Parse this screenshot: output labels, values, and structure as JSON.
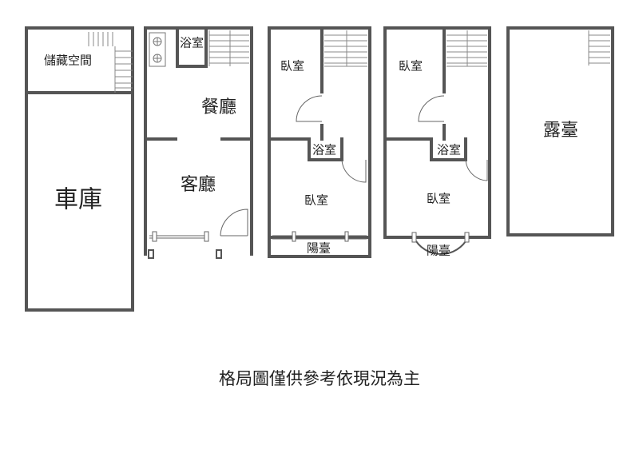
{
  "floors": {
    "f1": {
      "storage": "儲藏空間",
      "garage": "車庫"
    },
    "f2": {
      "bath": "浴室",
      "dining": "餐廳",
      "living": "客廳"
    },
    "f3": {
      "bedroom_top": "臥室",
      "bath": "浴室",
      "bedroom_bottom": "臥室",
      "balcony": "陽臺"
    },
    "f4": {
      "bedroom_top": "臥室",
      "bath": "浴室",
      "bedroom_bottom": "臥室",
      "balcony": "陽臺"
    },
    "f5": {
      "terrace": "露臺"
    }
  },
  "caption": "格局圖僅供參考依現況為主"
}
